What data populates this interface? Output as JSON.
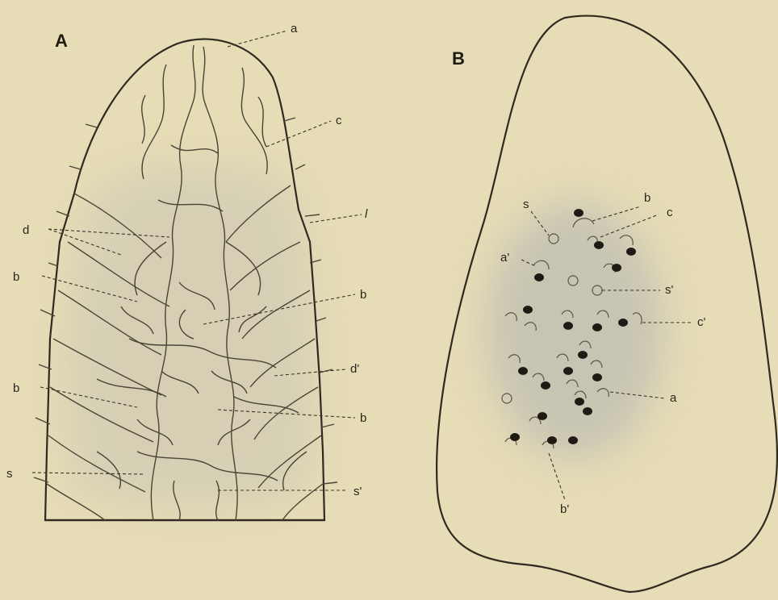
{
  "panels": [
    {
      "letter": "A"
    },
    {
      "letter": "B"
    }
  ],
  "labels_a": [
    "a",
    "c",
    "l",
    "d",
    "b",
    "b",
    "d'",
    "b",
    "b",
    "s",
    "s'"
  ],
  "labels_b": [
    "b",
    "s",
    "c",
    "a'",
    "s'",
    "c'",
    "a",
    "b'"
  ],
  "colors": {
    "background": "#e6dcb6",
    "ink": "#2f2a20",
    "shading": "#c9c6b4",
    "dots": "#1f1b14"
  }
}
